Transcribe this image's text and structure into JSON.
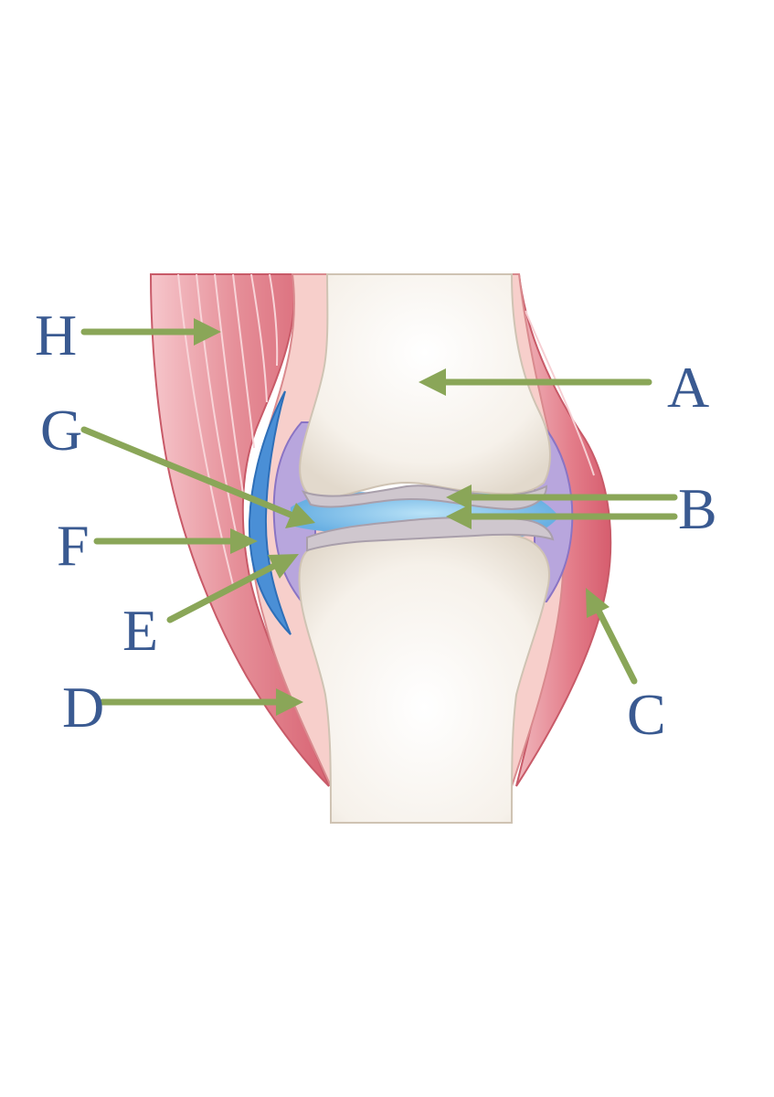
{
  "labels": {
    "A": "A",
    "B": "B",
    "C": "C",
    "D": "D",
    "E": "E",
    "F": "F",
    "G": "G",
    "H": "H"
  },
  "colors": {
    "label": "#3a5a91",
    "arrow": "#8aa658",
    "bone": "#f3ede6",
    "muscle": "#e07a86",
    "capsule": "#f2c4c2",
    "synovial_membrane": "#a895d1",
    "bursa": "#4a8fd6",
    "cartilage": "#cfc7ce",
    "synovial_fluid": "#8fc6ea"
  }
}
